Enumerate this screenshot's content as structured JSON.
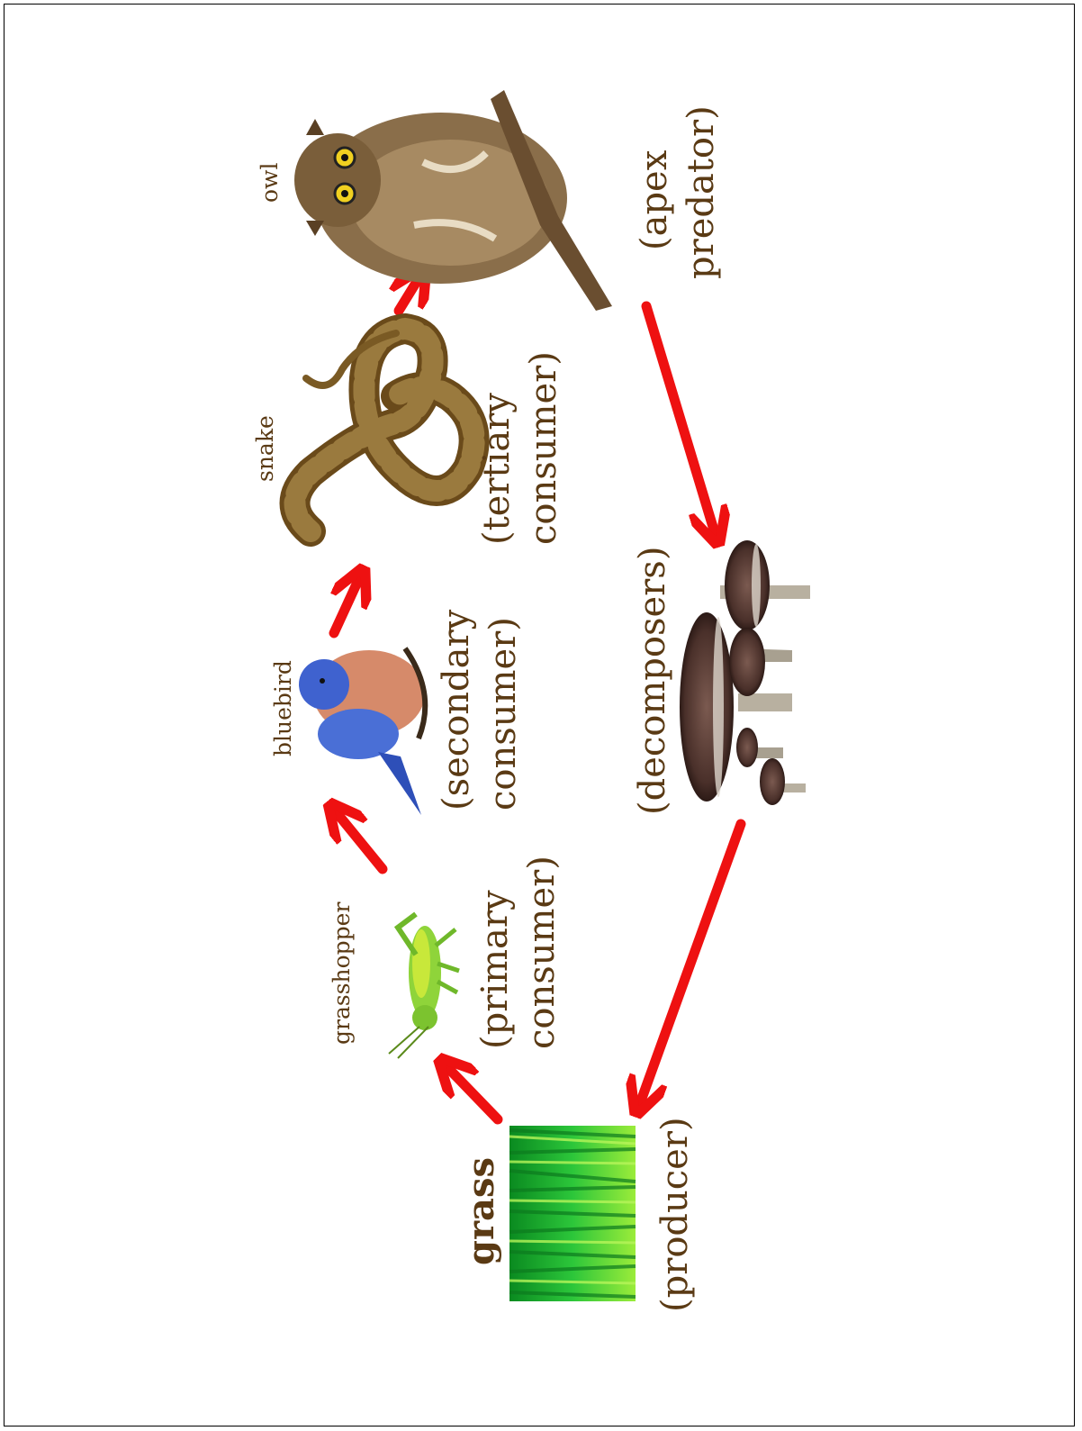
{
  "organisms": {
    "grass": {
      "name": "grass",
      "role": "(producer)"
    },
    "grasshopper": {
      "name": "grasshopper",
      "role_line1": "(primary",
      "role_line2": "consumer)"
    },
    "bluebird": {
      "name": "bluebird",
      "role_line1": "(secondary",
      "role_line2": "consumer)"
    },
    "snake": {
      "name": "snake",
      "role_line1": "(tertiary",
      "role_line2": "consumer)"
    },
    "owl": {
      "name": "owl",
      "role_line1": "(apex",
      "role_line2": "predator)"
    },
    "decomposers": {
      "role": "(decomposers)"
    }
  },
  "colors": {
    "arrow": "#ee1111",
    "label_text": "#5a3a14"
  }
}
